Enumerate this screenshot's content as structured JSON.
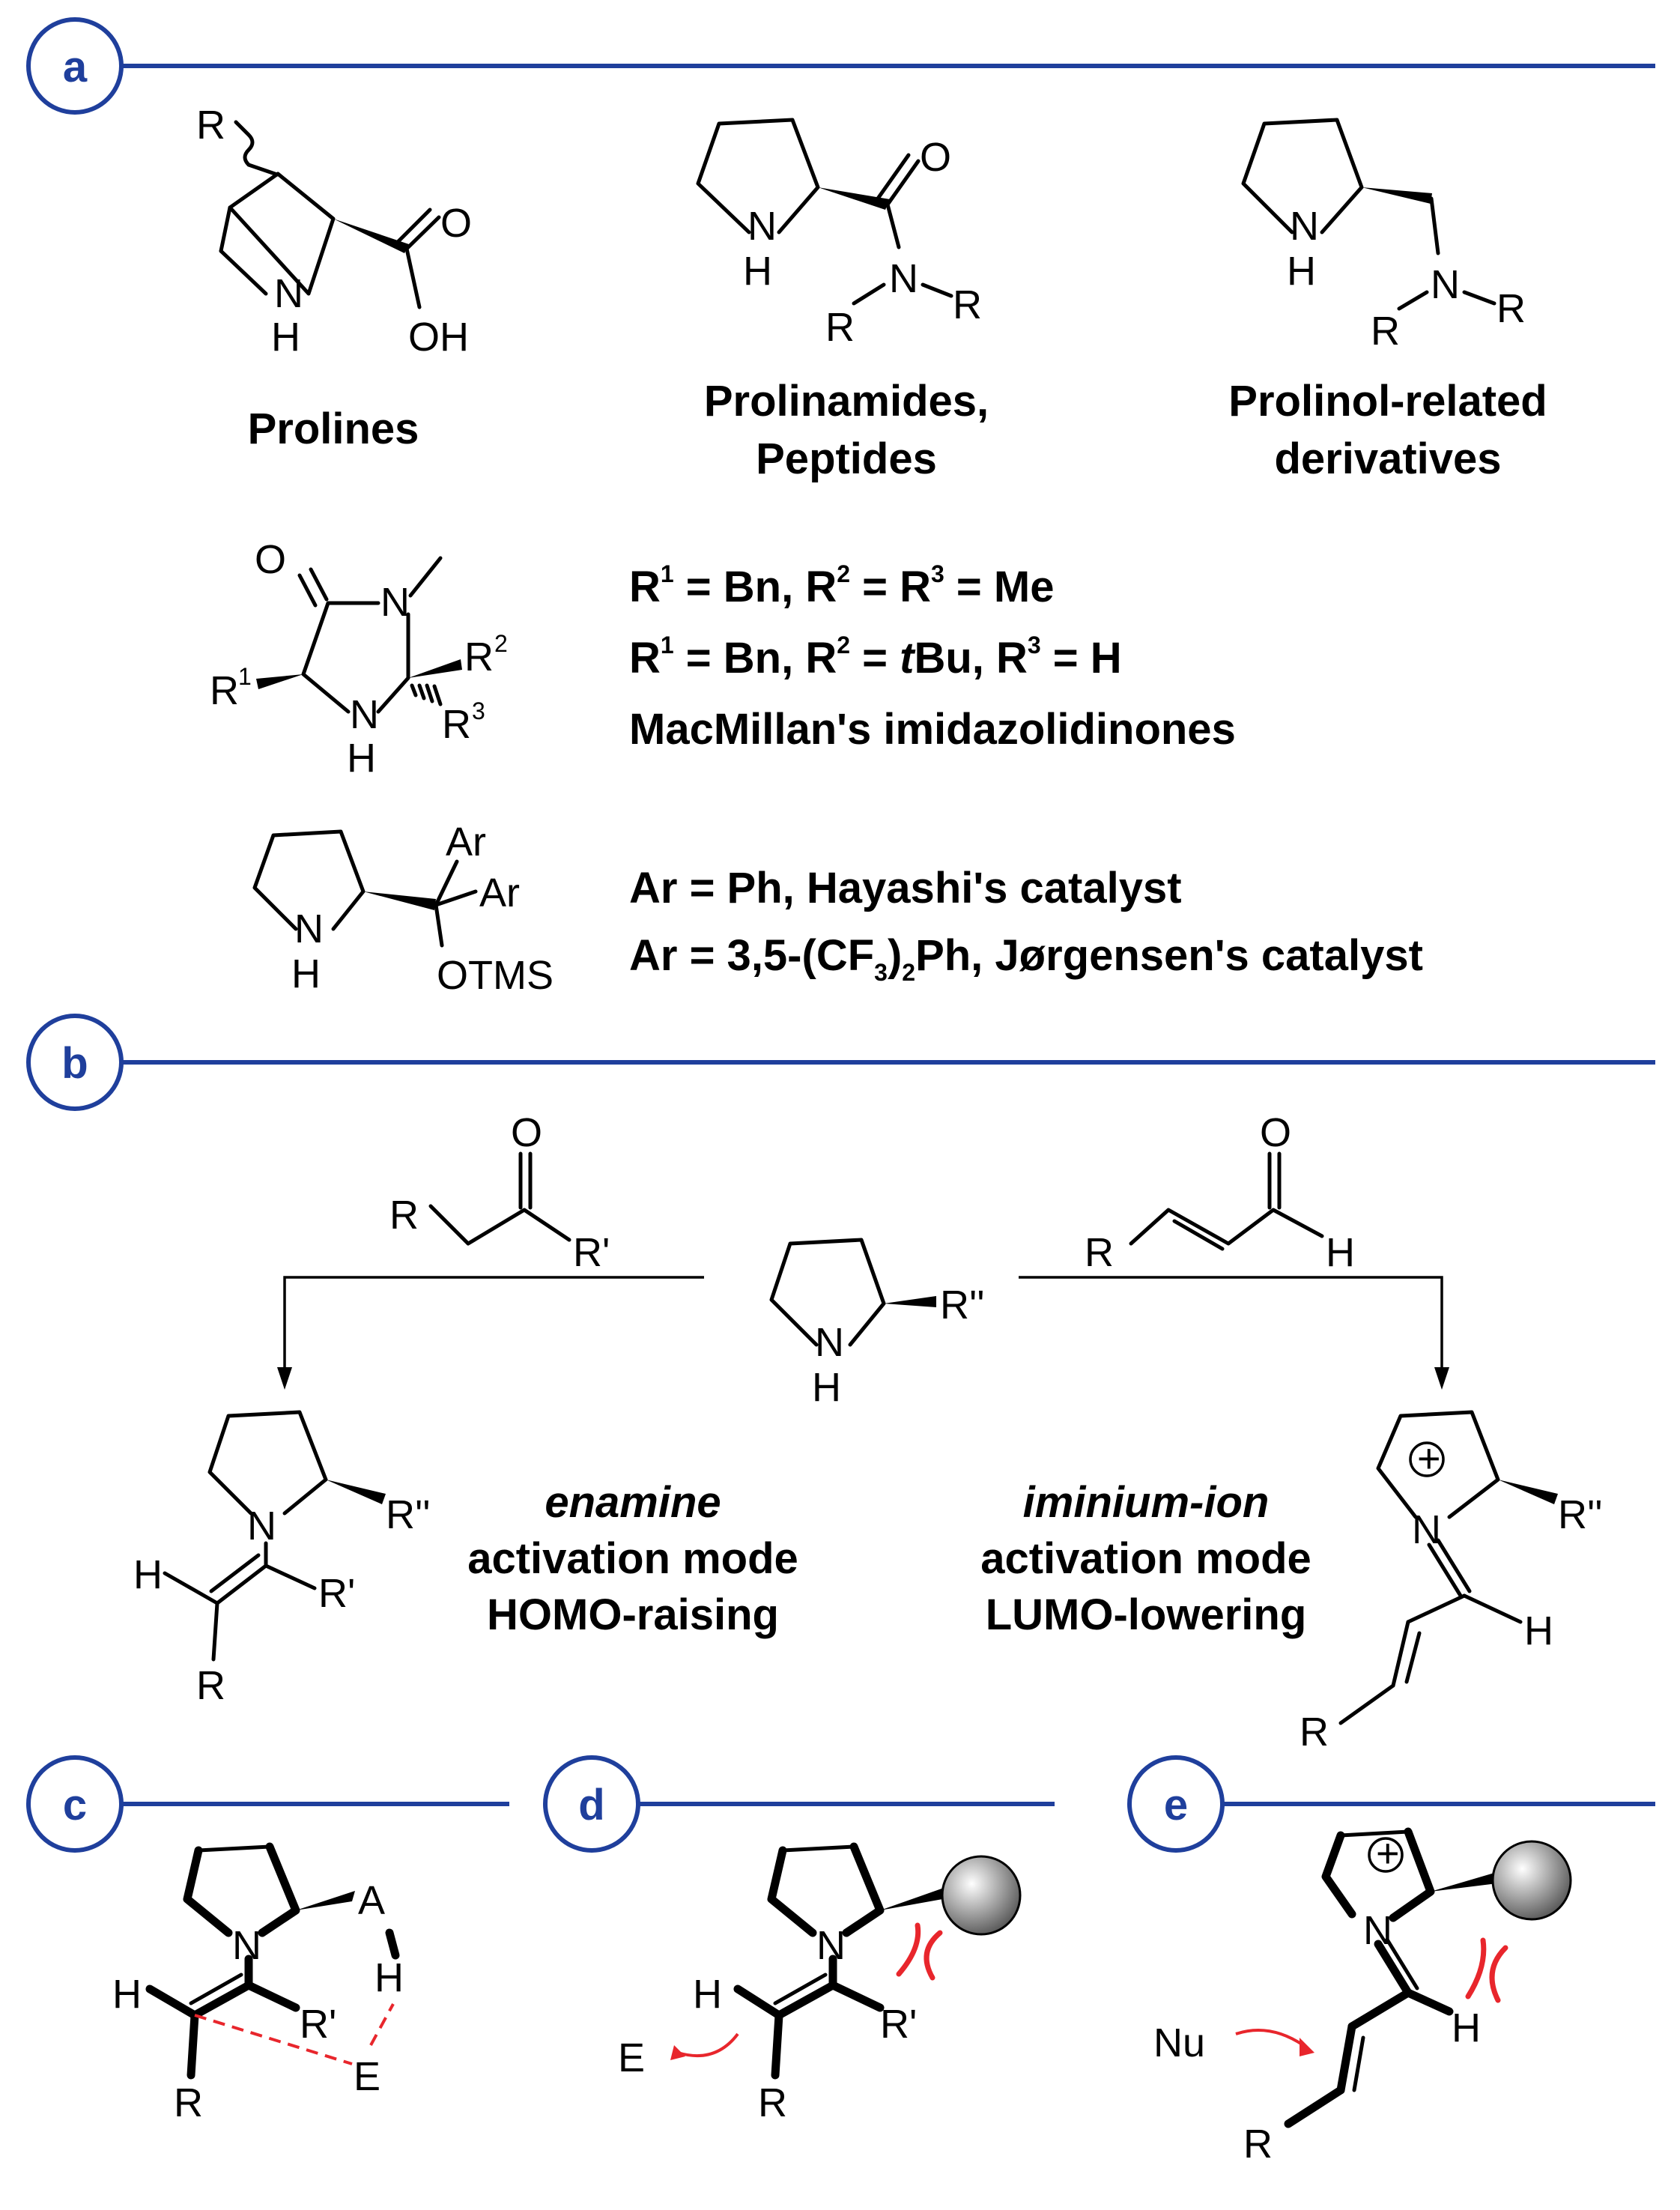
{
  "panels": {
    "a": {
      "badge": "a"
    },
    "b": {
      "badge": "b"
    },
    "c": {
      "badge": "c"
    },
    "d": {
      "badge": "d"
    },
    "e": {
      "badge": "e"
    }
  },
  "atoms": {
    "R": "R",
    "O": "O",
    "N": "N",
    "H": "H",
    "OH": "OH",
    "Ar": "Ar",
    "OTMS": "OTMS",
    "Rp": "R'",
    "Rpp": "R''",
    "E": "E",
    "A": "A",
    "Nu": "Nu",
    "R1": "R",
    "R2": "R",
    "R3": "R",
    "sup1": "1",
    "sup2": "2",
    "sup3": "3",
    "plus": "+"
  },
  "labels": {
    "prolines": "Prolines",
    "prolinamides_1": "Prolinamides,",
    "prolinamides_2": "Peptides",
    "prolinol_1": "Prolinol-related",
    "prolinol_2": "derivatives",
    "mac_line1_a": "R",
    "mac_line1_b": "1",
    "mac_line1_c": " = Bn, R",
    "mac_line1_d": "2",
    "mac_line1_e": " = R",
    "mac_line1_f": "3",
    "mac_line1_g": " = Me",
    "mac_line2_a": "R",
    "mac_line2_b": "1",
    "mac_line2_c": " = Bn, R",
    "mac_line2_d": "2",
    "mac_line2_e": " = ",
    "mac_line2_f": "t",
    "mac_line2_g": "Bu, R",
    "mac_line2_h": "3",
    "mac_line2_i": " = H",
    "mac_name": "MacMillan's imidazolidinones",
    "hay_line": "Ar = Ph, Hayashi's catalyst",
    "jor_line_a": "Ar = 3,5-(CF",
    "jor_line_b": "3",
    "jor_line_c": ")",
    "jor_line_d": "2",
    "jor_line_e": "Ph, Jørgensen's catalyst",
    "enamine_1": "enamine",
    "enamine_2": "activation mode",
    "enamine_3": "HOMO-raising",
    "iminium_1": "iminium-ion",
    "iminium_2": "activation mode",
    "iminium_3": "LUMO-lowering"
  },
  "colors": {
    "accent": "#1f3f9c",
    "steric": "#e8262c",
    "sphere_light": "#ffffff",
    "sphere_dark": "#555555"
  }
}
